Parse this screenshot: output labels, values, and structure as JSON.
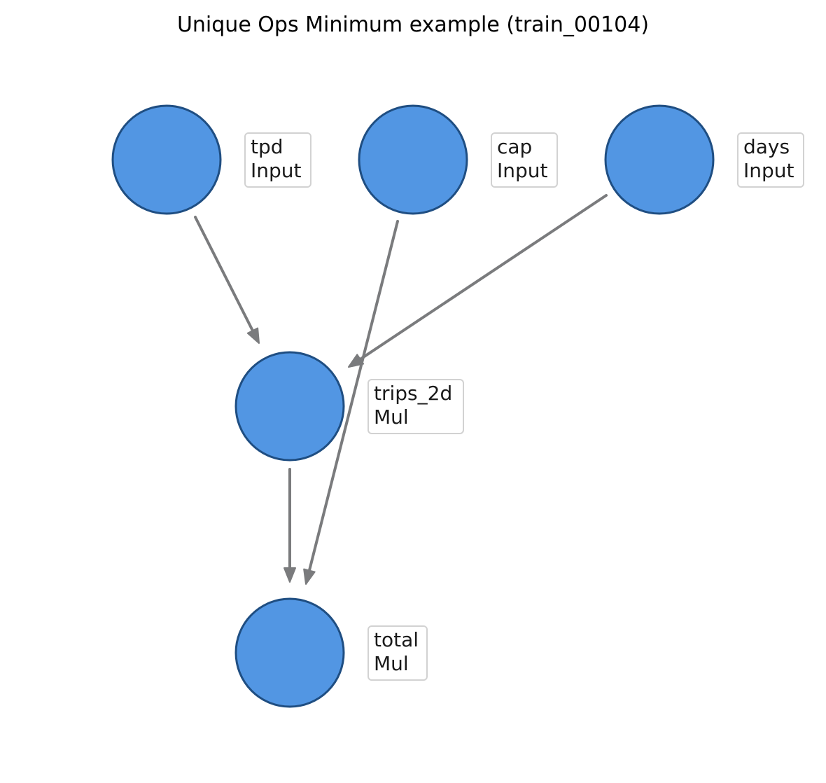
{
  "title": "Unique Ops Minimum example (train_00104)",
  "colors": {
    "node_fill": "#5296e3",
    "node_stroke": "#1f4e82",
    "edge": "#7a7b7d",
    "label_border": "#d2d2d2"
  },
  "nodes": [
    {
      "id": "tpd",
      "name": "tpd",
      "op": "Input"
    },
    {
      "id": "cap",
      "name": "cap",
      "op": "Input"
    },
    {
      "id": "days",
      "name": "days",
      "op": "Input"
    },
    {
      "id": "trips_2d",
      "name": "trips_2d",
      "op": "Mul"
    },
    {
      "id": "total",
      "name": "total",
      "op": "Mul"
    }
  ],
  "edges": [
    {
      "from": "tpd",
      "to": "trips_2d"
    },
    {
      "from": "days",
      "to": "trips_2d"
    },
    {
      "from": "cap",
      "to": "total"
    },
    {
      "from": "trips_2d",
      "to": "total"
    }
  ]
}
